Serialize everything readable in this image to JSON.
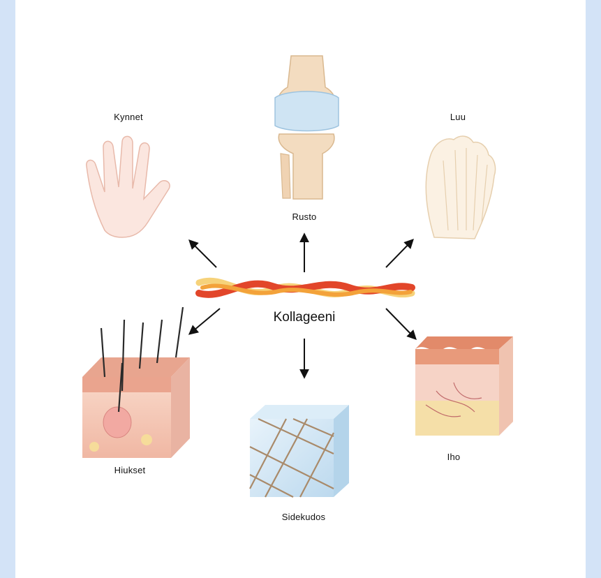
{
  "center": {
    "label": "Kollageeni"
  },
  "targets": [
    {
      "key": "hands",
      "label": "Kynnet",
      "icon": "hand-icon"
    },
    {
      "key": "cartilage",
      "label": "Rusto",
      "icon": "knee-joint-icon"
    },
    {
      "key": "bone",
      "label": "Luu",
      "icon": "foot-bones-icon"
    },
    {
      "key": "hair",
      "label": "Hiukset",
      "icon": "hair-follicle-skin-icon"
    },
    {
      "key": "connective",
      "label": "Sidekudos",
      "icon": "connective-tissue-cube-icon"
    },
    {
      "key": "skin",
      "label": "Iho",
      "icon": "skin-layers-icon"
    }
  ],
  "colors": {
    "background": "#d3e3f7",
    "panel": "#ffffff",
    "collagen_red": "#e2462a",
    "collagen_orange": "#f3a23a",
    "collagen_yellow": "#f6d27a",
    "skin": "#f4c2b0",
    "cartilage": "#cfe4f3",
    "bone": "#f3dcc0"
  }
}
